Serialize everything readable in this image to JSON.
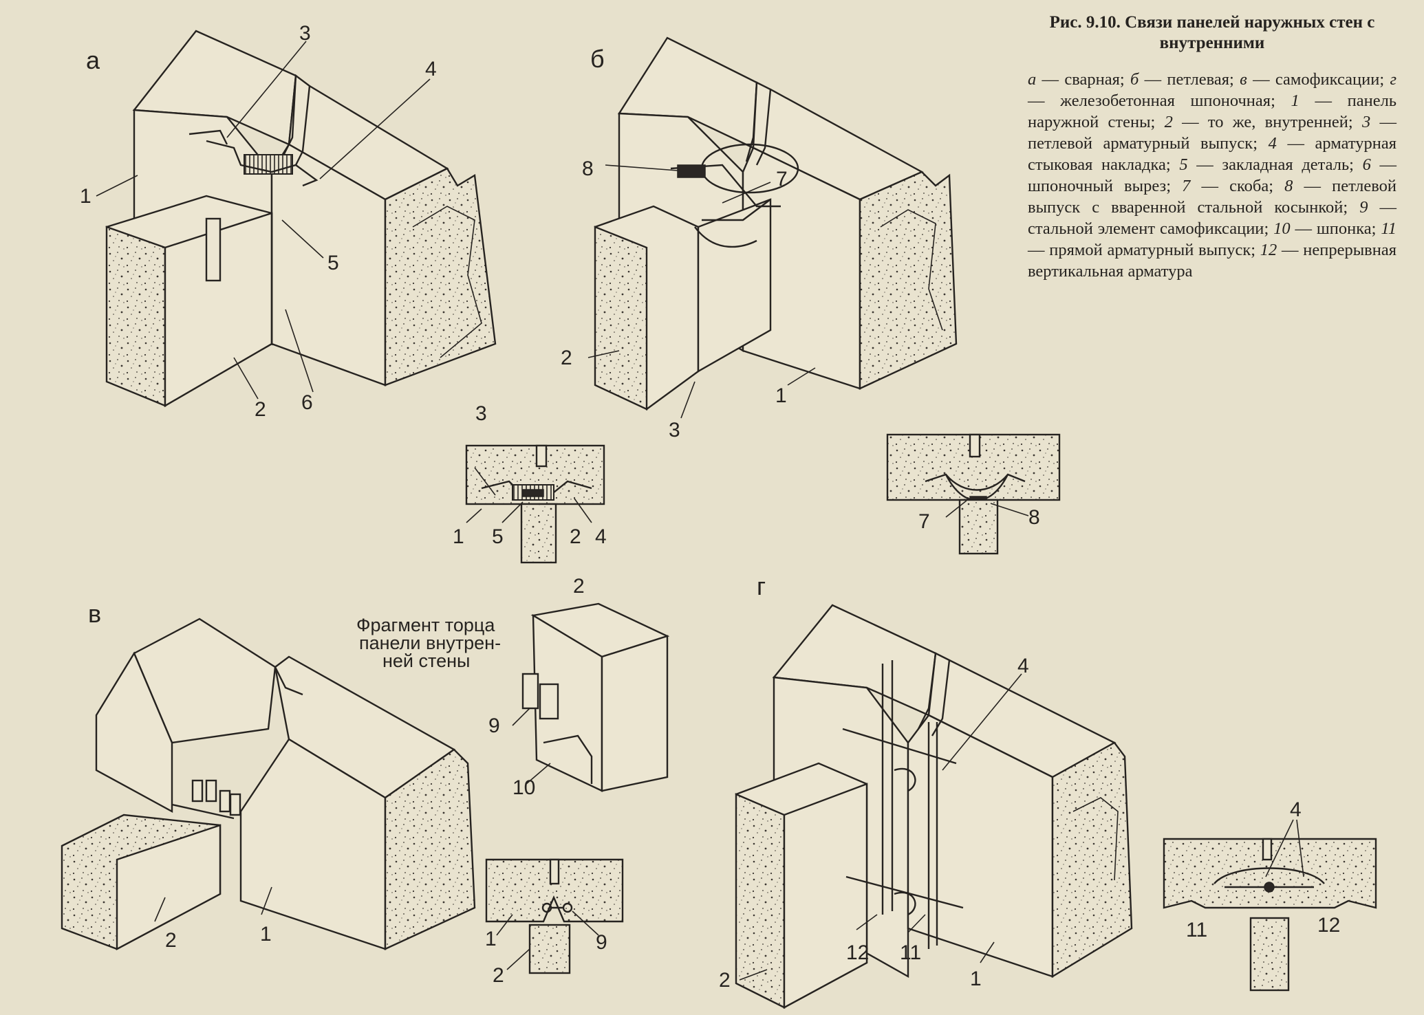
{
  "caption": {
    "title": "Рис. 9.10. Связи панелей наружных стен с внутренними",
    "legend": [
      {
        "key": "а",
        "text": "сварная"
      },
      {
        "key": "б",
        "text": "петлевая"
      },
      {
        "key": "в",
        "text": "самофиксации"
      },
      {
        "key": "г",
        "text": "железобетонная шпоночная"
      },
      {
        "key": "1",
        "text": "панель наружной стены"
      },
      {
        "key": "2",
        "text": "то же, внутренней"
      },
      {
        "key": "3",
        "text": "петлевой арматурный выпуск"
      },
      {
        "key": "4",
        "text": "арматурная стыковая накладка"
      },
      {
        "key": "5",
        "text": "закладная деталь"
      },
      {
        "key": "6",
        "text": "шпоночный вырез"
      },
      {
        "key": "7",
        "text": "скоба"
      },
      {
        "key": "8",
        "text": "петлевой выпуск с вваренной стальной косынкой"
      },
      {
        "key": "9",
        "text": "стальной элемент самофиксации"
      },
      {
        "key": "10",
        "text": "шпонка"
      },
      {
        "key": "11",
        "text": "прямой арматурный выпуск"
      },
      {
        "key": "12",
        "text": "непрерывная вертикальная арматура"
      }
    ]
  },
  "figures": {
    "a": {
      "letter": "а",
      "labels": [
        "1",
        "2",
        "3",
        "4",
        "5",
        "6"
      ]
    },
    "b": {
      "letter": "б",
      "labels": [
        "1",
        "2",
        "3",
        "7",
        "8"
      ]
    },
    "v": {
      "letter": "в",
      "labels": [
        "1",
        "2"
      ],
      "note": [
        "Фрагмент торца",
        "панели внутрен-",
        "ней стены"
      ],
      "fragment_labels": [
        "2",
        "9",
        "10"
      ]
    },
    "g": {
      "letter": "г",
      "labels": [
        "1",
        "2",
        "4",
        "11",
        "12"
      ]
    },
    "plan_a": {
      "labels": [
        "1",
        "2",
        "3",
        "4",
        "5"
      ]
    },
    "plan_b": {
      "labels": [
        "7",
        "8"
      ]
    },
    "plan_v": {
      "labels": [
        "1",
        "2",
        "9"
      ]
    },
    "plan_g": {
      "labels": [
        "4",
        "11",
        "12"
      ]
    }
  }
}
